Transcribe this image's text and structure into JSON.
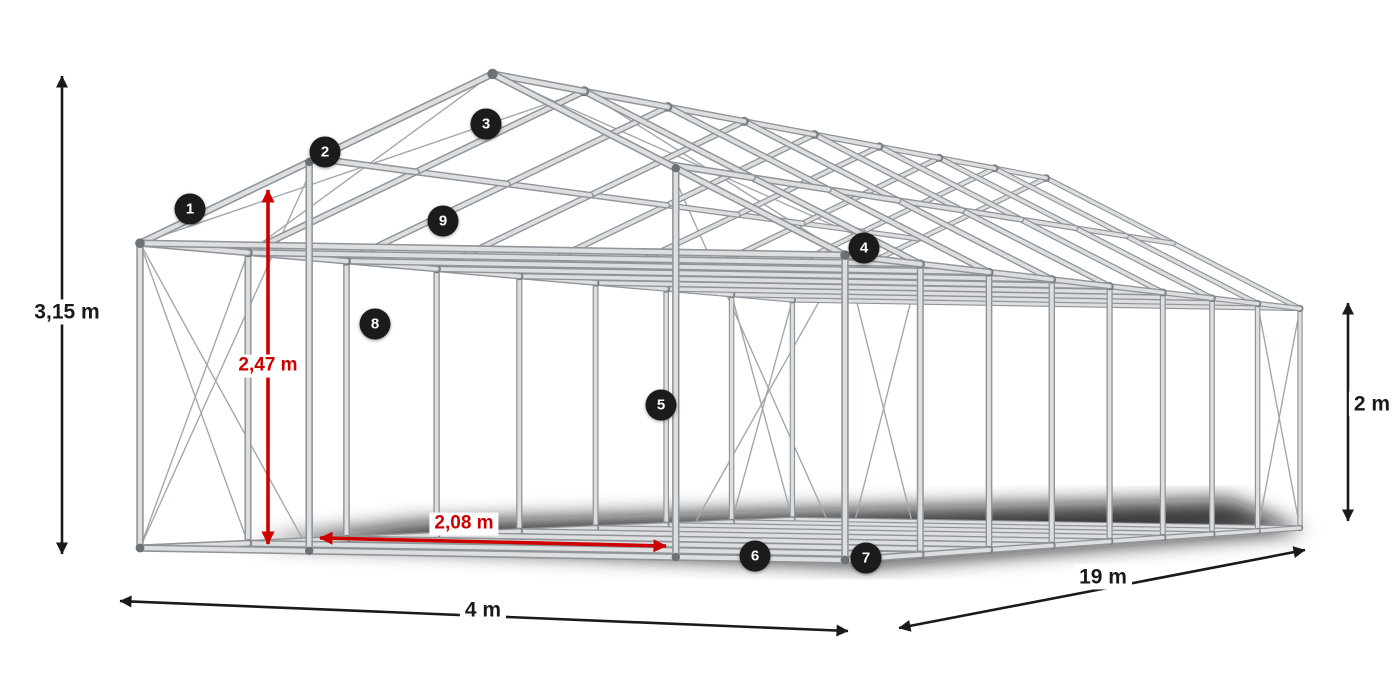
{
  "dimensions": {
    "total_height": "3,15 m",
    "entrance_height": "2,47 m",
    "entrance_width": "2,08 m",
    "width": "4 m",
    "length": "19 m",
    "side_height": "2 m"
  },
  "badges": [
    {
      "label": "1"
    },
    {
      "label": "2"
    },
    {
      "label": "3"
    },
    {
      "label": "4"
    },
    {
      "label": "5"
    },
    {
      "label": "6"
    },
    {
      "label": "7"
    },
    {
      "label": "8"
    },
    {
      "label": "9"
    }
  ],
  "colors": {
    "background": "#ffffff",
    "dimension_arrow": "#1a1a1a",
    "accent_red": "#cc0000",
    "badge_bg": "#1b1b1b",
    "badge_text": "#ffffff",
    "frame_tube": "#dcdee0",
    "frame_outline": "#8f9499",
    "frame_joint": "#6c7175",
    "frame_brace": "#a3a8ac",
    "shadow": "#0d0e11"
  }
}
